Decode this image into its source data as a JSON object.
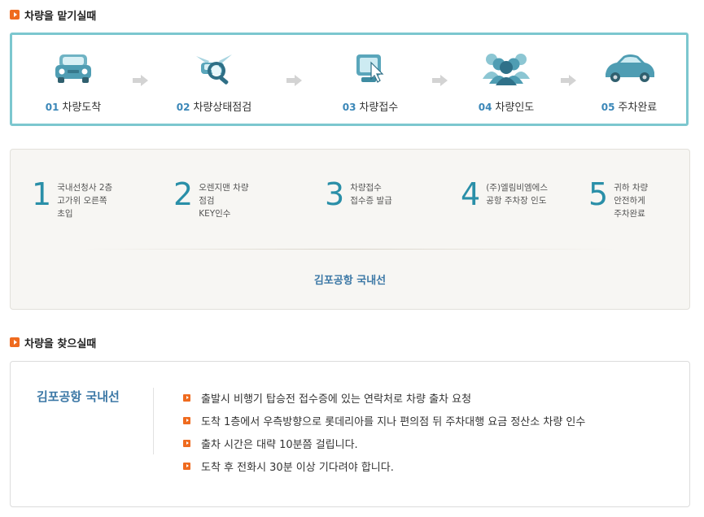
{
  "drop_off": {
    "title": "차량을 맡기실때",
    "steps": [
      {
        "num": "01",
        "label": "차량도착",
        "icon": "car-front-icon"
      },
      {
        "num": "02",
        "label": "차량상태점검",
        "icon": "inspection-magnifier-icon"
      },
      {
        "num": "03",
        "label": "차량접수",
        "icon": "monitor-cursor-icon"
      },
      {
        "num": "04",
        "label": "차량인도",
        "icon": "people-group-icon"
      },
      {
        "num": "05",
        "label": "주차완료",
        "icon": "parked-car-icon"
      }
    ],
    "process": [
      {
        "num": "1",
        "lines": [
          "국내선청사 2층",
          "고가위 오른쪽",
          "초입"
        ]
      },
      {
        "num": "2",
        "lines": [
          "오렌지맨 차량",
          "점검",
          "KEY인수"
        ]
      },
      {
        "num": "3",
        "lines": [
          "차량접수",
          "접수증 발급"
        ]
      },
      {
        "num": "4",
        "lines": [
          "(주)엘림비엠에스",
          "공항 주차장 인도"
        ]
      },
      {
        "num": "5",
        "lines": [
          "귀하 차량",
          "안전하게",
          "주차완료"
        ]
      }
    ],
    "location": "김포공항 국내선"
  },
  "pick_up": {
    "title": "차량을 찾으실때",
    "location": "김포공항 국내선",
    "items": [
      "출발시 비행기 탑승전 접수증에 있는 연락처로 차량 출차 요청",
      "도착 1층에서 우측방향으로 롯데리아를 지나 편의점 뒤 주차대행 요금 정산소 차량 인수",
      "출차 시간은 대략 10분쯤 걸립니다.",
      "도착 후 전화시 30분 이상 기다려야 합니다."
    ]
  },
  "colors": {
    "accent": "#ef6b1f",
    "teal": "#7cc7cf",
    "blue_text": "#3c78a6",
    "number": "#2a8fa8"
  }
}
